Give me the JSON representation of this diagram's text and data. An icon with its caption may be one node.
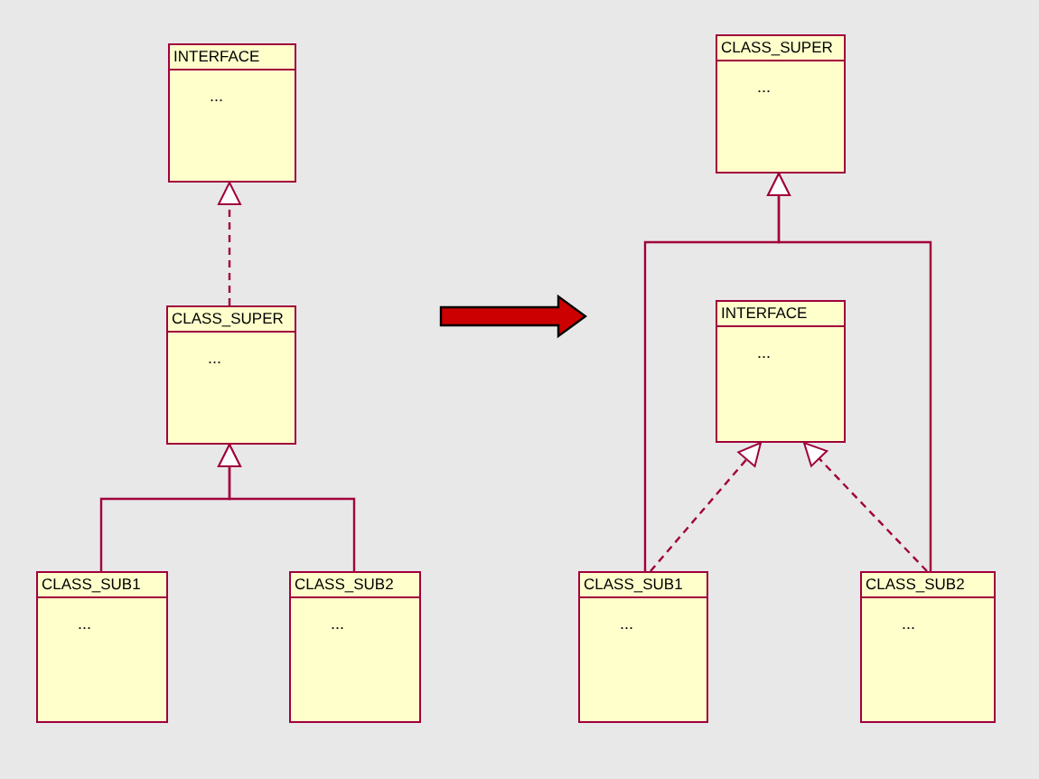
{
  "diagram": {
    "nodes": [
      {
        "text": [
          "INTERFACE",
          "..."
        ]
      },
      {
        "text": [
          "CLASS_SUPER",
          "..."
        ]
      },
      {
        "text": [
          "CLASS_SUB1",
          "..."
        ]
      },
      {
        "text": [
          "CLASS_SUB2",
          "..."
        ]
      },
      {
        "text": [
          "CLASS_SUPER",
          "..."
        ]
      },
      {
        "text": [
          "INTERFACE",
          "..."
        ]
      },
      {
        "text": [
          "CLASS_SUB1",
          "..."
        ]
      },
      {
        "text": [
          "CLASS_SUB2",
          "..."
        ]
      }
    ],
    "edges": [
      {
        "from": 1,
        "to": 0,
        "arrow": "to",
        "style": "dashed"
      },
      {
        "from": 2,
        "to": 1,
        "arrow": "to"
      },
      {
        "from": 3,
        "to": 1,
        "arrow": "to"
      },
      {
        "from": 6,
        "to": 4,
        "arrow": "to"
      },
      {
        "from": 7,
        "to": 4,
        "arrow": "to"
      },
      {
        "from": 6,
        "to": 5,
        "arrow": "to",
        "style": "dashed"
      },
      {
        "from": 7,
        "to": 5,
        "arrow": "to",
        "style": "dashed"
      }
    ]
  }
}
